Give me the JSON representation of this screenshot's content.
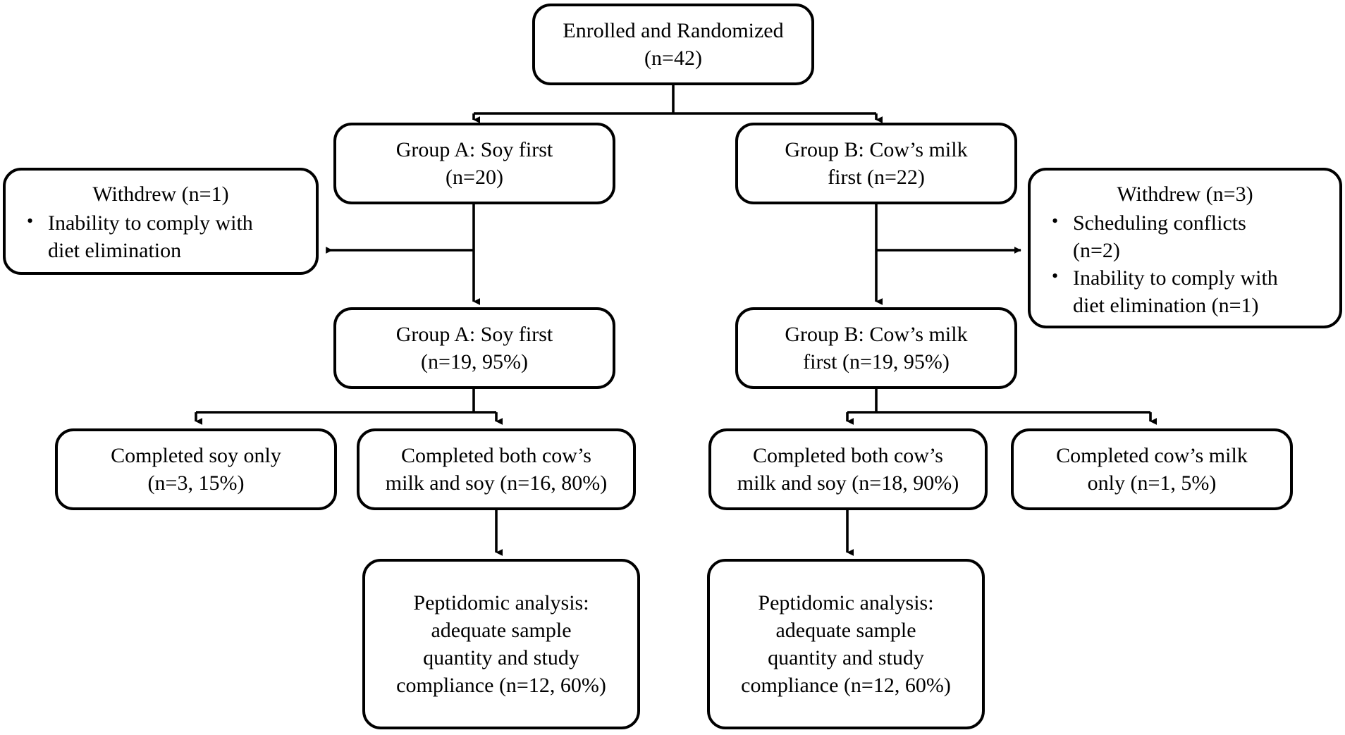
{
  "diagram": {
    "type": "consort-flow-diagram",
    "title": "",
    "line_color": "#000000",
    "box_border_color": "#000000",
    "background_color": "#ffffff",
    "text_color": "#000000"
  },
  "nodes": {
    "enrolled": {
      "label": "Enrolled and Randomized\n(n=42)",
      "n": 42
    },
    "group_a_start": {
      "label": "Group A: Soy first\n(n=20)",
      "n": 20
    },
    "group_b_start": {
      "label": "Group B: Cow’s milk\nfirst (n=22)",
      "n": 22
    },
    "withdrew_a": {
      "title": "Withdrew (n=1)",
      "n": 1,
      "reasons": [
        "Inability to comply with\ndiet elimination"
      ]
    },
    "withdrew_b": {
      "title": "Withdrew (n=3)",
      "n": 3,
      "reasons": [
        "Scheduling conflicts\n(n=2)",
        "Inability to comply with\ndiet elimination (n=1)"
      ]
    },
    "group_a_retained": {
      "label": "Group A: Soy first\n(n=19, 95%)",
      "n": 19,
      "percent": 95
    },
    "group_b_retained": {
      "label": "Group B: Cow’s milk\nfirst (n=19, 95%)",
      "n": 19,
      "percent": 95
    },
    "completed_soy_only": {
      "label": "Completed soy only\n(n=3, 15%)",
      "n": 3,
      "percent": 15
    },
    "completed_both_a": {
      "label": "Completed both cow’s\nmilk and soy (n=16, 80%)",
      "n": 16,
      "percent": 80
    },
    "completed_both_b": {
      "label": "Completed both cow’s\nmilk and soy (n=18, 90%)",
      "n": 18,
      "percent": 90
    },
    "completed_milk_only": {
      "label": "Completed cow’s milk\nonly (n=1, 5%)",
      "n": 1,
      "percent": 5
    },
    "peptidomic_a": {
      "label": "Peptidomic analysis:\nadequate sample\nquantity and study\ncompliance (n=12, 60%)",
      "n": 12,
      "percent": 60
    },
    "peptidomic_b": {
      "label": "Peptidomic analysis:\nadequate sample\nquantity and study\ncompliance (n=12, 60%)",
      "n": 12,
      "percent": 60
    }
  }
}
